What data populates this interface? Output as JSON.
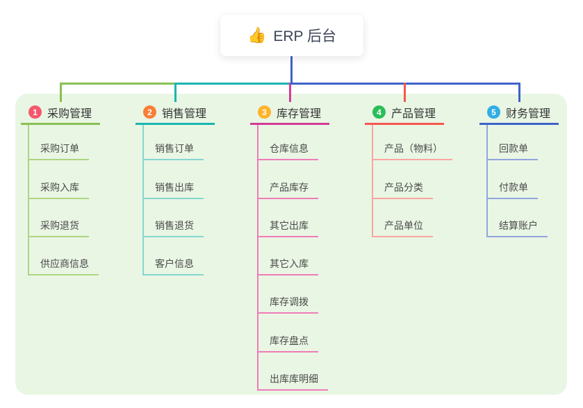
{
  "root": {
    "icon": "👍",
    "label": "ERP 后台"
  },
  "branches": [
    {
      "num": "1",
      "label": "采购管理",
      "badge_color": "#f5576c",
      "line_color": "#88c053",
      "child_line_color": "#aed581",
      "children": [
        "采购订单",
        "采购入库",
        "采购退货",
        "供应商信息"
      ]
    },
    {
      "num": "2",
      "label": "销售管理",
      "badge_color": "#f97e38",
      "line_color": "#1ab5b0",
      "child_line_color": "#84d6d0",
      "children": [
        "销售订单",
        "销售出库",
        "销售退货",
        "客户信息"
      ]
    },
    {
      "num": "3",
      "label": "库存管理",
      "badge_color": "#feb32a",
      "line_color": "#d53a96",
      "child_line_color": "#f07ab8",
      "children": [
        "仓库信息",
        "产品库存",
        "其它出库",
        "其它入库",
        "库存调拨",
        "库存盘点",
        "出库库明细"
      ]
    },
    {
      "num": "4",
      "label": "产品管理",
      "badge_color": "#2bbd5a",
      "line_color": "#f4564e",
      "child_line_color": "#f9a69f",
      "children": [
        "产品（物料）",
        "产品分类",
        "产品单位"
      ]
    },
    {
      "num": "5",
      "label": "财务管理",
      "badge_color": "#30aee5",
      "line_color": "#3e63c8",
      "child_line_color": "#92a5dc",
      "children": [
        "回款单",
        "付款单",
        "结算账户"
      ]
    }
  ],
  "colors": {
    "canvas_bg": "#ffffff",
    "panel_bg": "#e9f6e4",
    "root_line": "#3e63c8",
    "root_text": "#3c4455",
    "title_text": "#333333",
    "child_text": "#4a4a4a"
  }
}
